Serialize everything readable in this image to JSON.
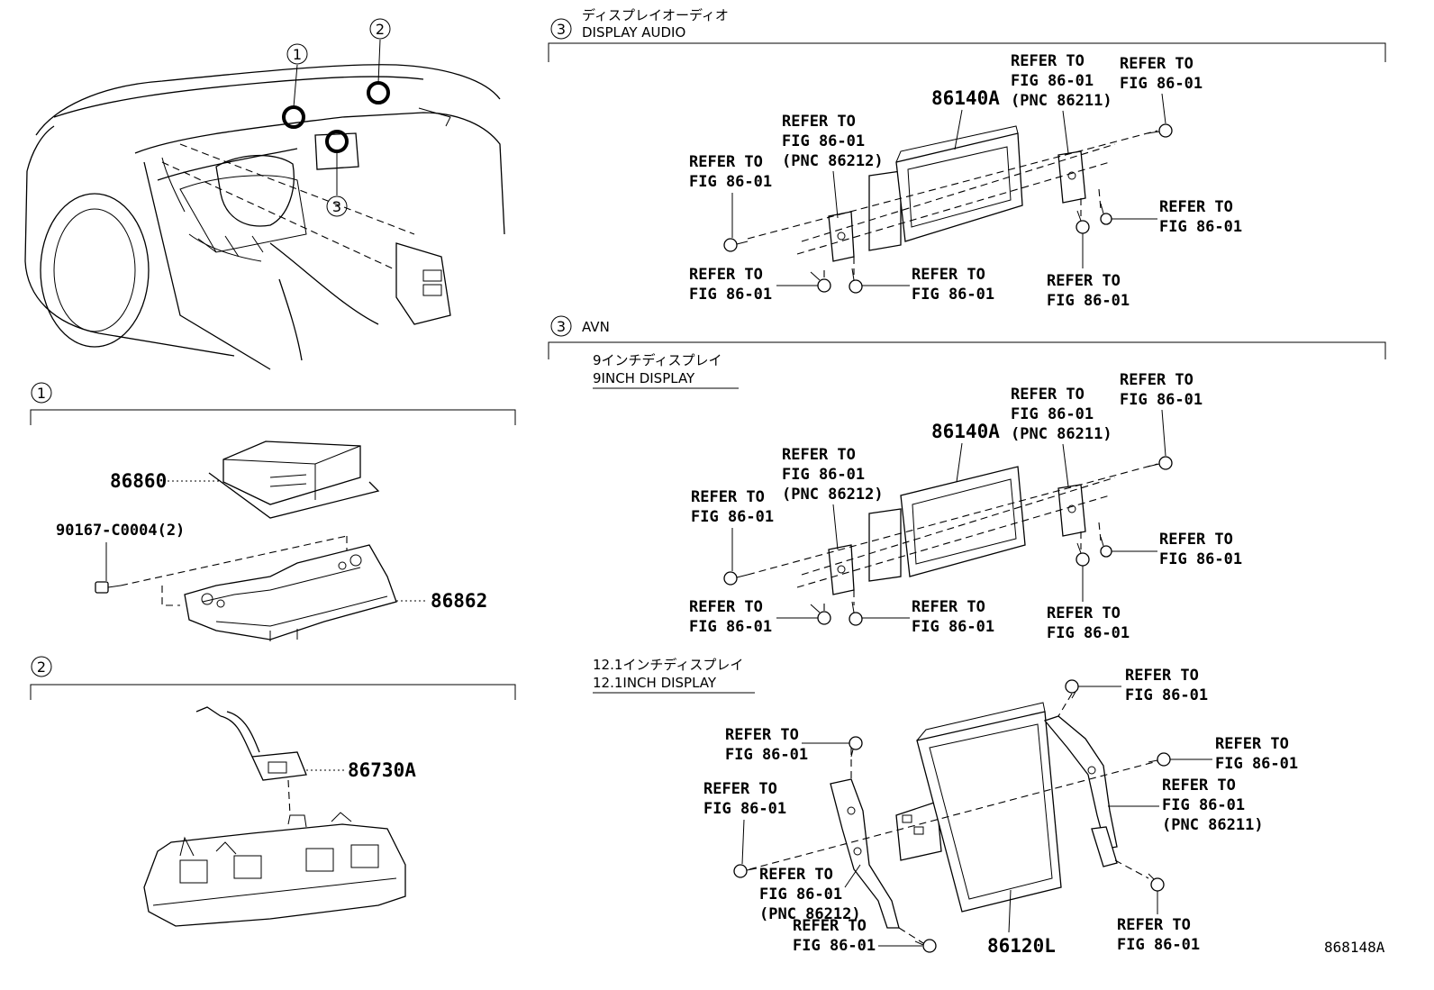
{
  "callouts": {
    "c1": "1",
    "c2": "2",
    "c3": "3"
  },
  "sections": {
    "display_audio": {
      "num": "3",
      "jp": "ディスプレイオーディオ",
      "en": "DISPLAY AUDIO"
    },
    "avn": {
      "num": "3",
      "en": "AVN"
    },
    "avn_9": {
      "jp": "9インチディスプレイ",
      "en": "9INCH DISPLAY"
    },
    "avn_121": {
      "jp": "12.1インチディスプレイ",
      "en": "12.1INCH DISPLAY"
    },
    "s1": {
      "num": "1"
    },
    "s2": {
      "num": "2"
    }
  },
  "part_numbers": {
    "p86860": "86860",
    "p90167": "90167-C0004(2)",
    "p86862": "86862",
    "p86730A": "86730A",
    "p86140A_da": "86140A",
    "p86140A_avn": "86140A",
    "p86120L": "86120L"
  },
  "refs": {
    "refer_to": "REFER TO",
    "fig": "FIG 86-01",
    "pnc_86211": "(PNC 86211)",
    "pnc_86212": "(PNC 86212)"
  },
  "footer": {
    "code": "868148A"
  }
}
